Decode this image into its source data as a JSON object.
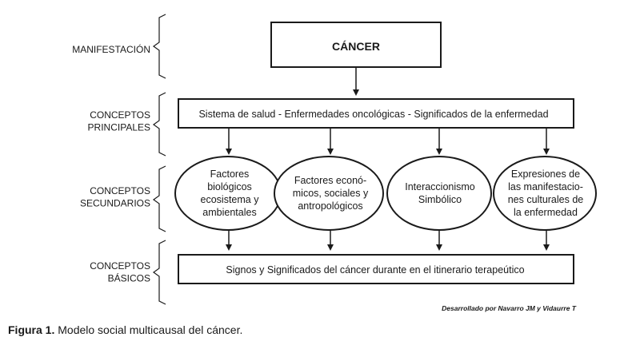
{
  "levels": {
    "manifestacion": [
      "MANIFESTACIÓN"
    ],
    "principales": [
      "CONCEPTOS",
      "PRINCIPALES"
    ],
    "secundarios": [
      "CONCEPTOS",
      "SECUNDARIOS"
    ],
    "basicos": [
      "CONCEPTOS",
      "BÁSICOS"
    ]
  },
  "nodes": {
    "cancer": [
      "CÁNCER"
    ],
    "principal": [
      "Sistema de salud - Enfermedades oncológicas - Significados de la enfermedad"
    ],
    "factores_biologicos": [
      "Factores",
      "biológicos",
      "ecosistema y",
      "ambientales"
    ],
    "factores_economicos": [
      "Factores econó-",
      "micos, sociales y",
      "antropológicos"
    ],
    "interaccionismo": [
      "Interaccionismo",
      "Simbólico"
    ],
    "expresiones": [
      "Expresiones de",
      "las manifestacio-",
      "nes culturales de",
      "la enfermedad"
    ],
    "basico": [
      "Signos y Significados del cáncer durante en el itinerario terapeútico"
    ]
  },
  "credit": "Desarrollado por Navarro JM y Vidaurre T",
  "caption": {
    "label": "Figura 1.",
    "text": " Modelo social multicausal del cáncer."
  }
}
